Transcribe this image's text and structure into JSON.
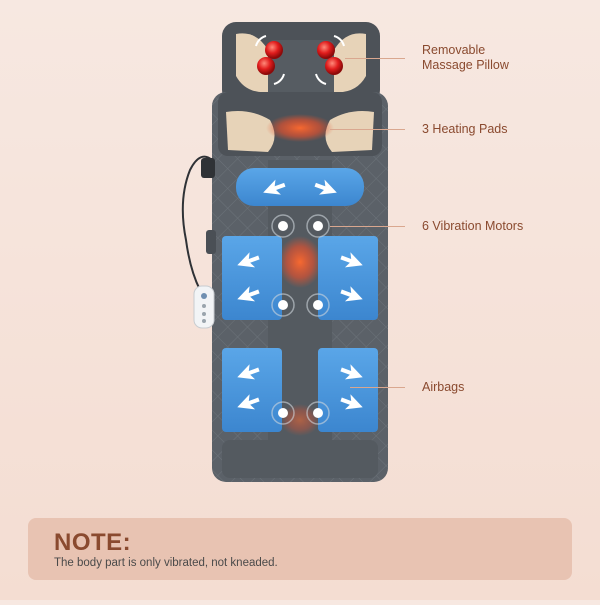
{
  "callouts": {
    "pillow_line1": "Removable",
    "pillow_line2": "Massage Pillow",
    "heating": "3 Heating Pads",
    "vibration": "6 Vibration Motors",
    "airbags": "Airbags"
  },
  "note": {
    "title": "NOTE:",
    "text": "The body part is only vibrated, not kneaded."
  },
  "colors": {
    "mat": "#5b6168",
    "airbag": "#4a92d6",
    "heat": "#e8542c",
    "accent_text": "#8a4a2f"
  },
  "icons": [
    "massage-node-icon",
    "rotate-arrow-icon",
    "air-arrow-icon",
    "vibration-motor-icon",
    "remote-control-icon"
  ]
}
